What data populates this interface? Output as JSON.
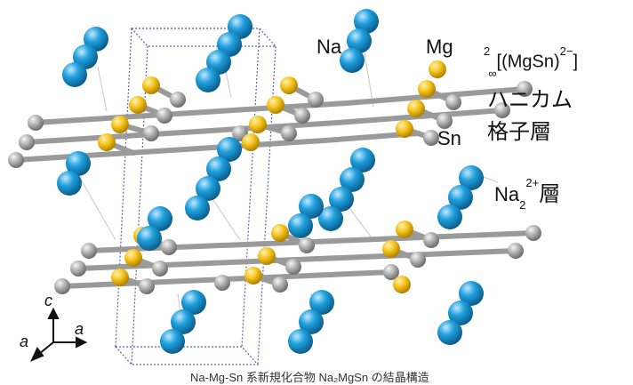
{
  "labels": {
    "na": "Na",
    "mg": "Mg",
    "sn": "Sn",
    "layer_formula_pre": "2",
    "layer_formula_sub": "∞",
    "layer_formula_main": "[(MgSn)",
    "layer_formula_charge": "2−",
    "layer_formula_close": "]",
    "honeycomb_line1": "ハニカム",
    "honeycomb_line2": "格子層",
    "na_layer_base": "Na",
    "na_layer_sub": "2",
    "na_layer_sup": "2+",
    "na_layer_suffix": "層",
    "axis_c": "c",
    "axis_a1": "a",
    "axis_a2": "a",
    "caption": "Na-Mg-Sn 系新規化合物 Na₂MgSn の結晶構造"
  },
  "colors": {
    "na": "#1a9ad6",
    "mg": "#f5c21b",
    "sn": "#a9a9a9",
    "cell": "#5a5fb5"
  }
}
